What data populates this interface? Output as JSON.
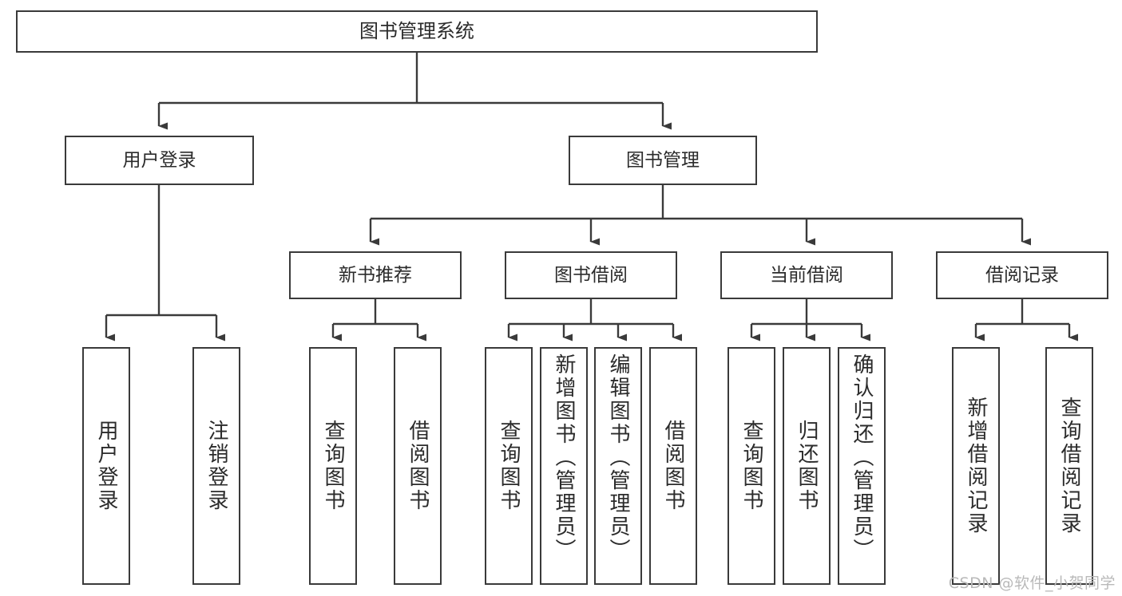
{
  "diagram": {
    "title": "图书管理系统",
    "type": "tree-hierarchy",
    "watermark": "CSDN @软件_小贺同学",
    "colors": {
      "border": "#3a3a3a",
      "text": "#2b2b2b",
      "background": "#ffffff",
      "watermark": "#b9b9b9"
    },
    "root": {
      "label": "图书管理系统"
    },
    "level2": [
      {
        "label": "用户登录"
      },
      {
        "label": "图书管理"
      }
    ],
    "level3": [
      {
        "label": "新书推荐"
      },
      {
        "label": "图书借阅"
      },
      {
        "label": "当前借阅"
      },
      {
        "label": "借阅记录"
      }
    ],
    "leaves": {
      "user_login": [
        {
          "label": "用户登录"
        },
        {
          "label": "注销登录"
        }
      ],
      "new_book_recommend": [
        {
          "label": "查询图书"
        },
        {
          "label": "借阅图书"
        }
      ],
      "book_borrow": [
        {
          "label": "查询图书"
        },
        {
          "label": "新增图书（管理员）"
        },
        {
          "label": "编辑图书（管理员）"
        },
        {
          "label": "借阅图书"
        }
      ],
      "current_borrow": [
        {
          "label": "查询图书"
        },
        {
          "label": "归还图书"
        },
        {
          "label": "确认归还（管理员）"
        }
      ],
      "borrow_record": [
        {
          "label": "新增借阅记录"
        },
        {
          "label": "查询借阅记录"
        }
      ]
    }
  }
}
